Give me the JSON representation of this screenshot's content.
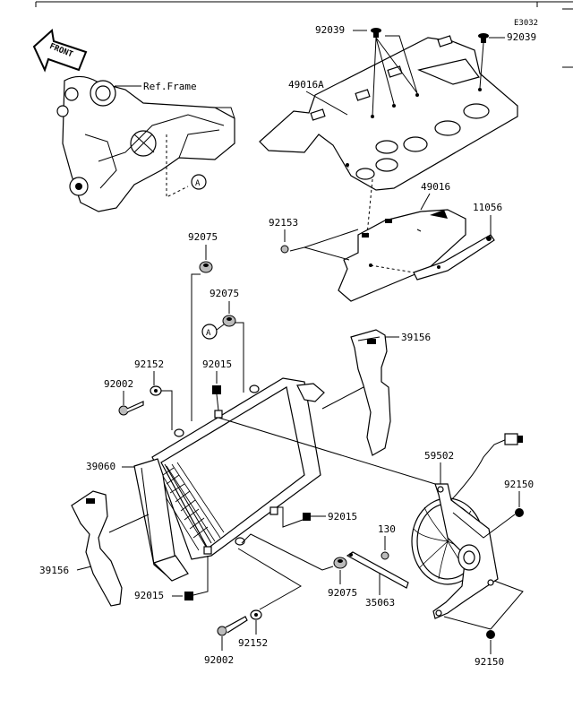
{
  "diagram": {
    "code": "E3032",
    "front_label": "FRONT",
    "ref_frame": "Ref.Frame",
    "callout_a": "A",
    "parts": {
      "p92039_left": "92039",
      "p92039_right": "92039",
      "p49016A": "49016A",
      "p49016": "49016",
      "p11056": "11056",
      "p92153": "92153",
      "p92075_top": "92075",
      "p92075_mid": "92075",
      "p39156_right": "39156",
      "p92152_top": "92152",
      "p92015_top": "92015",
      "p92002_top": "92002",
      "p39060": "39060",
      "p59502": "59502",
      "p92150_top": "92150",
      "p92015_mid": "92015",
      "p130": "130",
      "p39156_left": "39156",
      "p92075_bottom": "92075",
      "p92015_bottom": "92015",
      "p35063": "35063",
      "p92152_bottom": "92152",
      "p92002_bottom": "92002",
      "p92150_bottom": "92150"
    }
  }
}
